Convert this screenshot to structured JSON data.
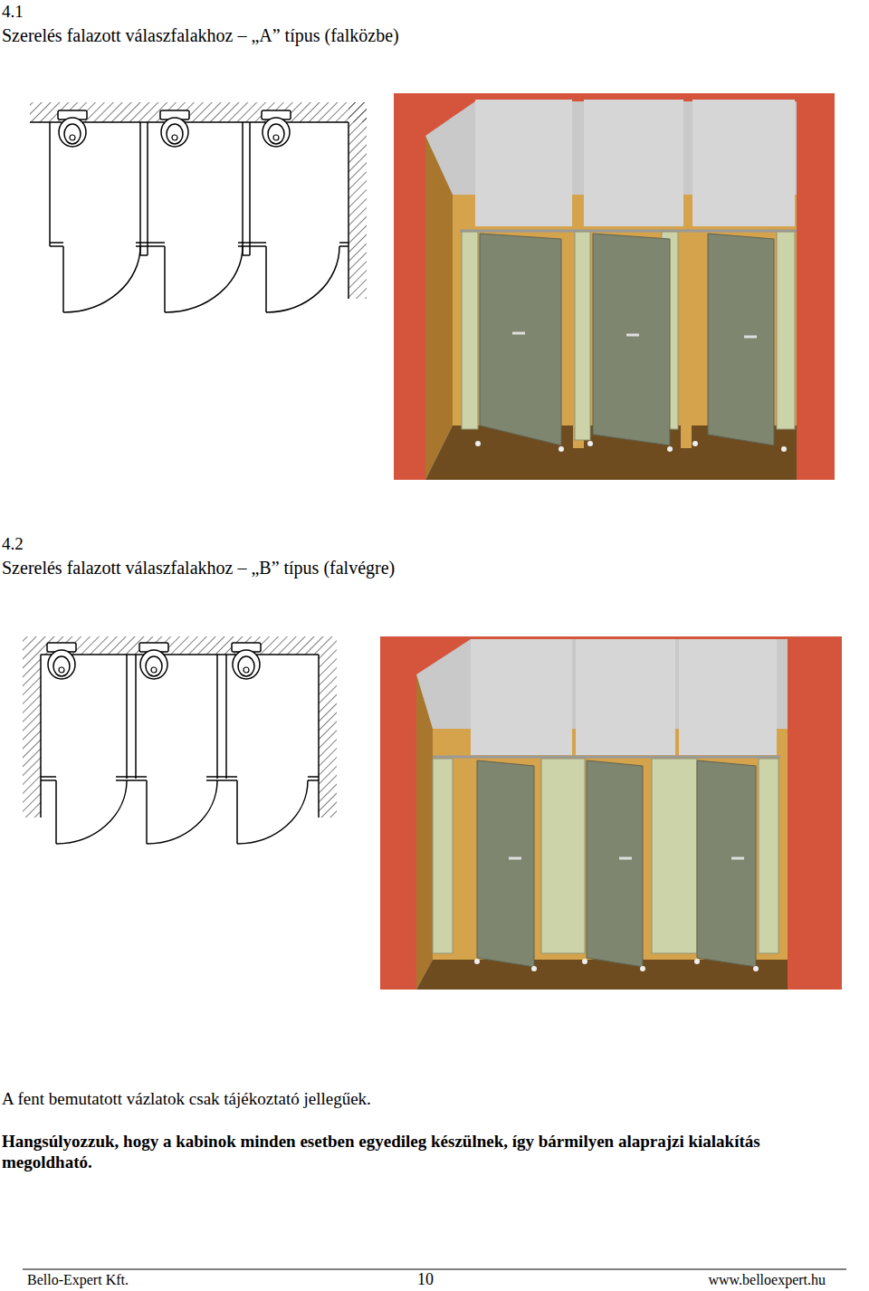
{
  "diagram": {
    "labels": [
      "4.1",
      "Szerelés falazott válaszfalakhoz – „A” típus (falközbe)",
      "4.2",
      "Szerelés falazott válaszfalakhoz – „B” típus (falvégre)",
      "A fent bemutatott vázlatok csak tájékoztató jellegűek.",
      "Hangsúlyozzuk, hogy a kabinok minden esetben egyedileg készülnek, így bármilyen alaprajzi kialakítás megoldható.",
      "Bello-Expert Kft.",
      "10",
      "www.belloexpert.hu"
    ]
  }
}
